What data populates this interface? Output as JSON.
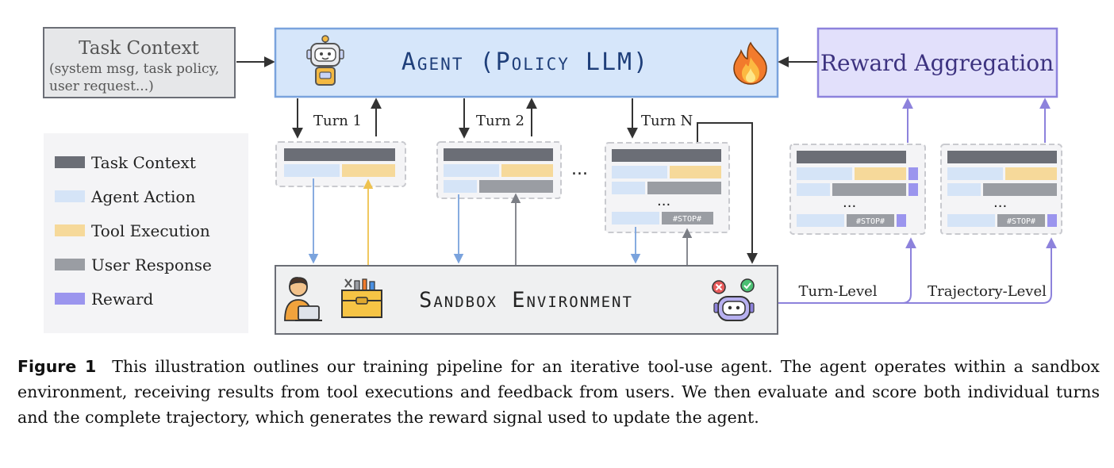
{
  "figure": {
    "task_context": {
      "title": "Task Context",
      "lines": [
        "(system msg, task policy,",
        "user request...)"
      ]
    },
    "agent": {
      "label": "Agent (Policy LLM)"
    },
    "reward_aggregation": {
      "label": "Reward Aggregation"
    },
    "turns": [
      "Turn 1",
      "Turn 2",
      "Turn N"
    ],
    "ellipsis": "...",
    "stop_token": "#STOP#",
    "sandbox": {
      "label": "Sandbox Environment"
    },
    "reward_levels": [
      "Turn-Level",
      "Trajectory-Level"
    ],
    "legend": [
      {
        "label": "Task Context",
        "color": "#6b6e76"
      },
      {
        "label": "Agent Action",
        "color": "#d5e4f7"
      },
      {
        "label": "Tool Execution",
        "color": "#f6d99a"
      },
      {
        "label": "User Response",
        "color": "#9a9da3"
      },
      {
        "label": "Reward",
        "color": "#9b95ee"
      }
    ],
    "colors": {
      "agent_fill": "#d6e6fa",
      "agent_border": "#7aa3dd",
      "reward_fill": "#e2e0fb",
      "reward_border": "#8d82dc",
      "sandbox_fill": "#eff0f1",
      "task_fill": "#e6e7e9"
    },
    "icons": [
      "robot-icon",
      "fire-icon",
      "person-laptop-icon",
      "toolbox-icon",
      "judge-robot-icon"
    ]
  },
  "caption": {
    "label": "Figure 1",
    "text": "This illustration outlines our training pipeline for an iterative tool-use agent. The agent operates within a sandbox environment, receiving results from tool executions and feedback from users. We then evaluate and score both individual turns and the complete trajectory, which generates the reward signal used to update the agent."
  }
}
